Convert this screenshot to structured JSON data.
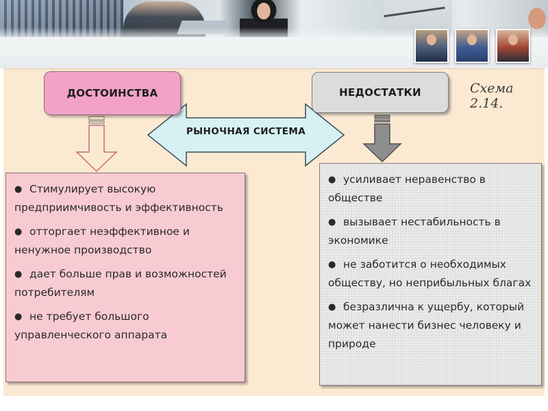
{
  "diagram": {
    "advantages_title": "ДОСТОИНСТВА",
    "disadvantages_title": "НЕДОСТАТКИ",
    "center_label": "РЫНОЧНАЯ СИСТЕМА",
    "schema_label": "Схема 2.14.",
    "bullet_glyph": "●",
    "advantages": [
      "Стимулирует высокую предприимчивость и эффективность",
      "отторгает неэффективное и ненужное производство",
      "дает больше прав и возможностей потребителям",
      "не требует большого управленческого аппарата"
    ],
    "disadvantages": [
      "усиливает неравенство в обществе",
      "вызывает нестабильность в экономике",
      "не заботится о необходимых обществу, но неприбыльных благах",
      "безразлична к ущербу, который может нанести бизнес человеку и природе"
    ]
  },
  "colors": {
    "panel_bg": "#fbe9d2",
    "advantages_box": "#f2a2c8",
    "advantages_list": "#f8cbd3",
    "disadvantages_box": "#dcdcdc",
    "disadvantages_list": "#e9e9e9",
    "center_arrow": "#d6f1f3"
  }
}
